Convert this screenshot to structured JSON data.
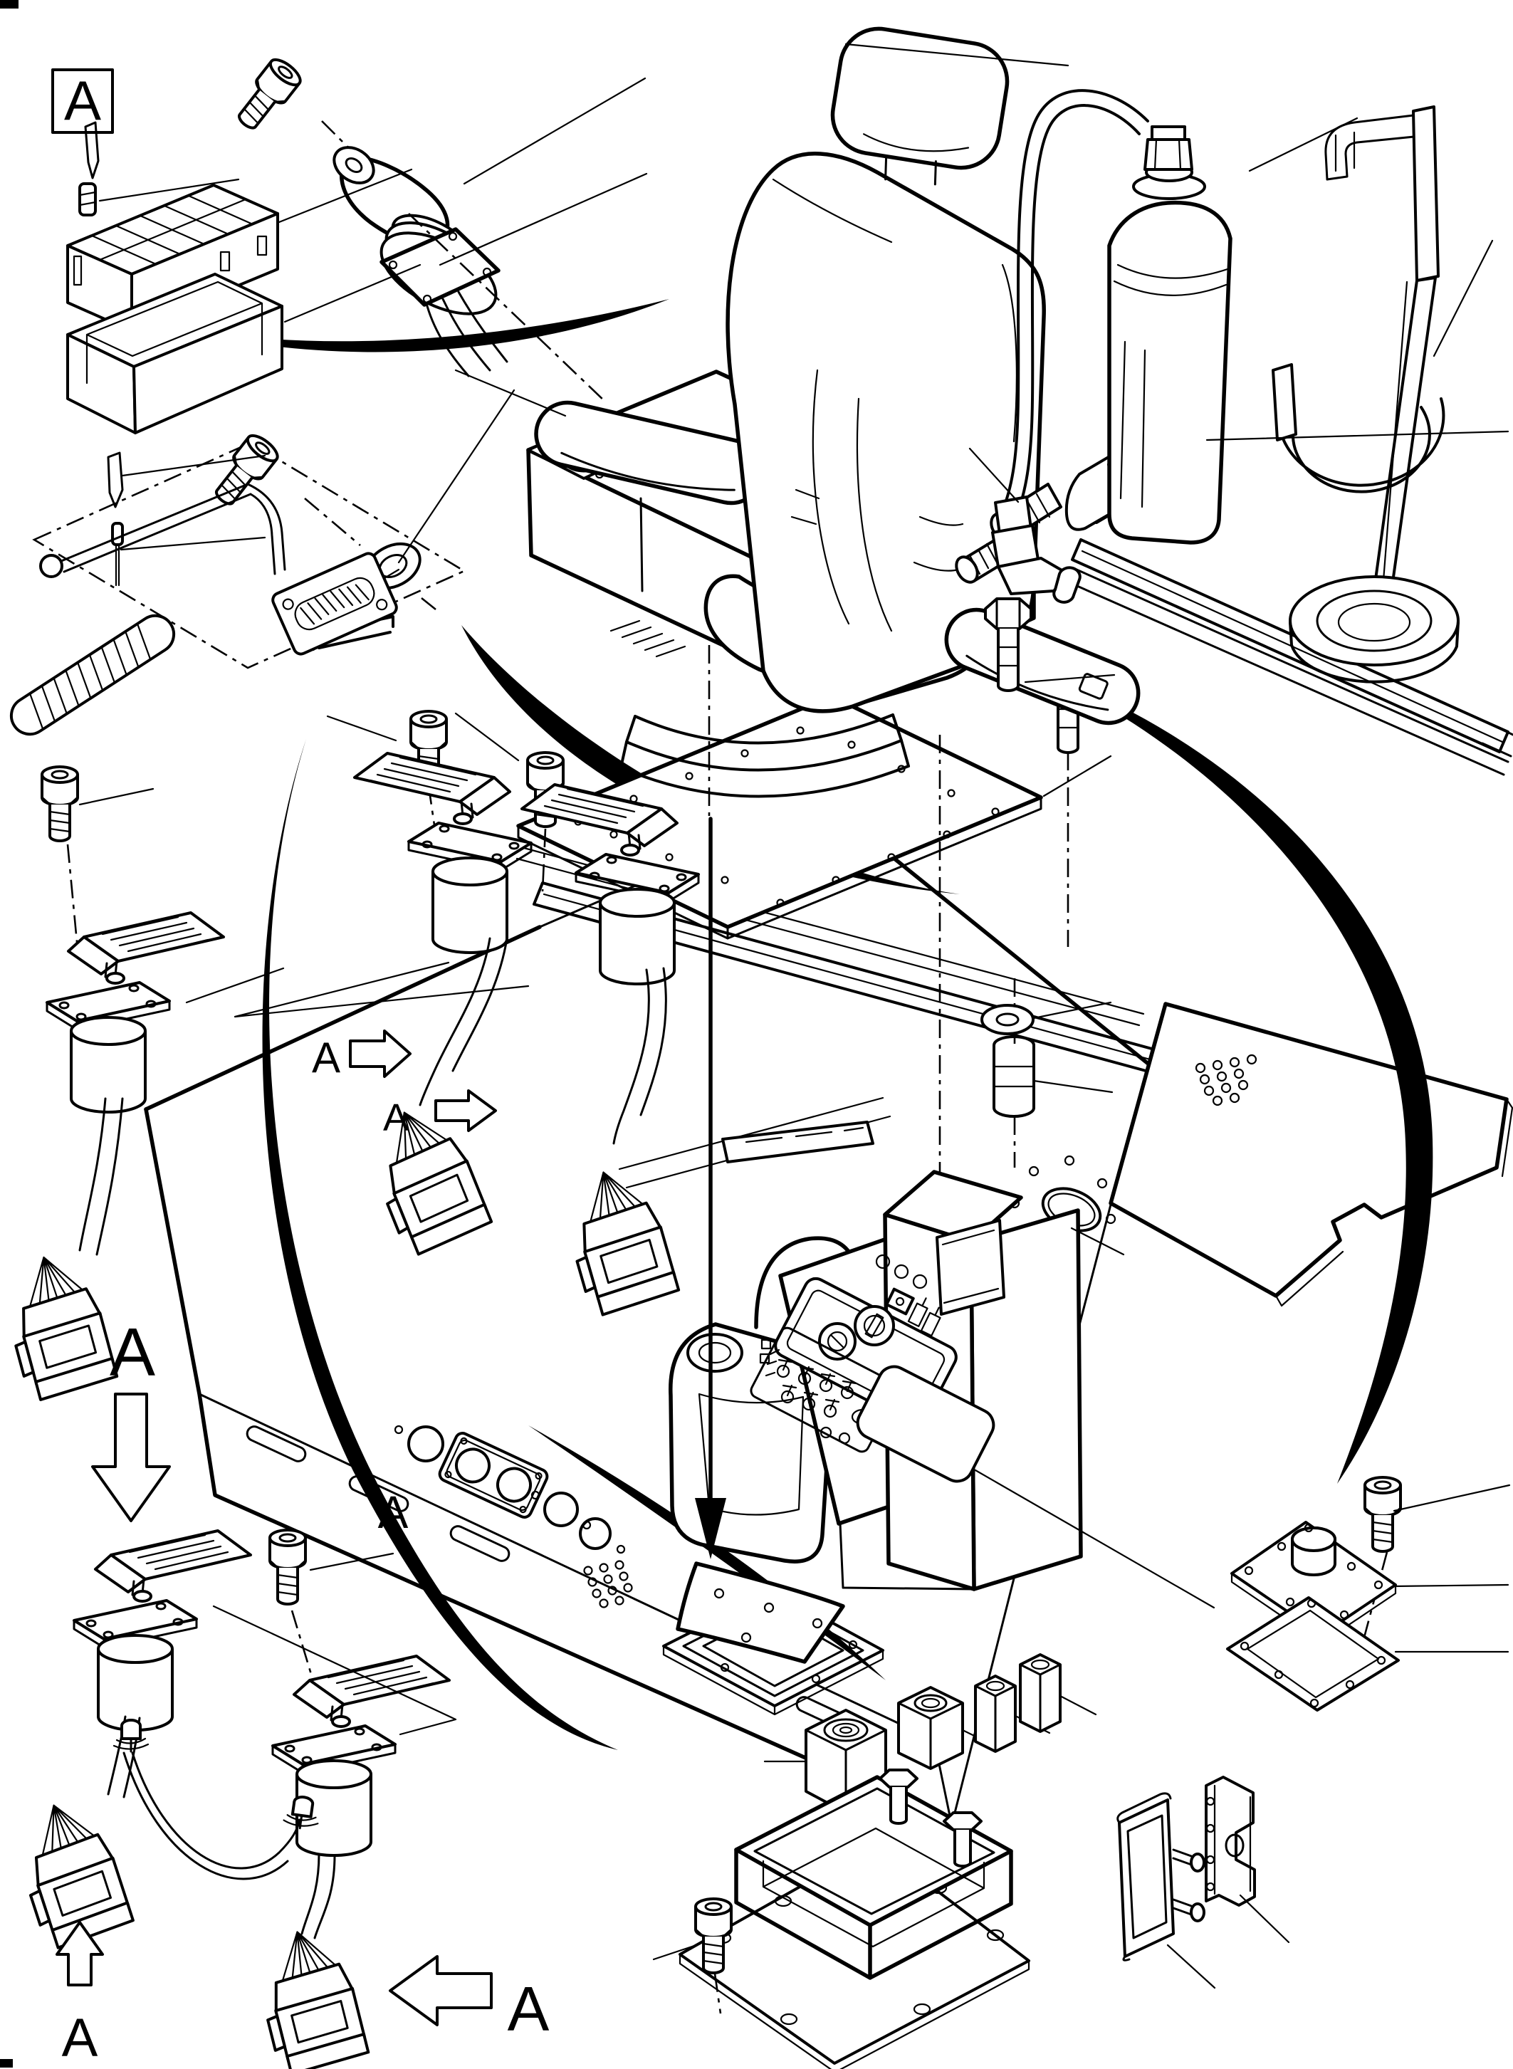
{
  "diagram": {
    "type": "exploded-parts-diagram",
    "subject": "operator seat, pedals, console and cab floor plate assembly",
    "background_color": "#ffffff",
    "line_color": "#000000",
    "callouts": {
      "detail_box": {
        "text": "A"
      },
      "left": {
        "text": "A",
        "arrow": "down"
      },
      "center_upper": {
        "text": "A",
        "arrow": "right"
      },
      "center_lower": {
        "text": "A",
        "arrow": "right"
      },
      "center_plain": {
        "text": "A"
      },
      "bottom_left": {
        "text": "A",
        "arrow": "up"
      },
      "bottom_center": {
        "text": "A",
        "arrow": "left"
      }
    }
  }
}
